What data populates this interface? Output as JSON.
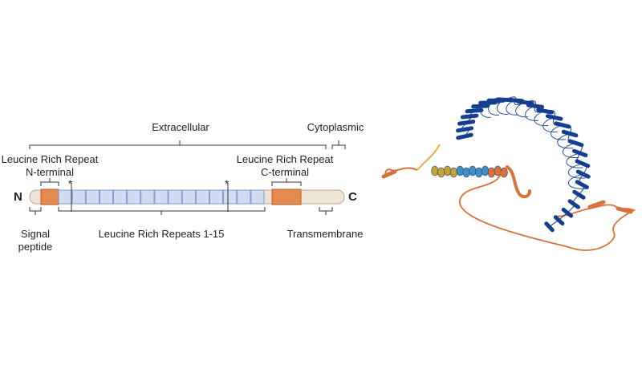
{
  "diagram": {
    "terminals": {
      "n": "N",
      "c": "C"
    },
    "labels": {
      "extracellular": "Extracellular",
      "cytoplasmic": "Cytoplasmic",
      "lrr_n_line1": "Leucine Rich Repeat",
      "lrr_n_line2": "N-terminal",
      "lrr_c_line1": "Leucine Rich Repeat",
      "lrr_c_line2": "C-terminal",
      "lrr_repeats": "Leucine Rich Repeats 1-15",
      "signal_line1": "Signal",
      "signal_line2": "peptide",
      "transmembrane": "Transmembrane",
      "asterisk": "*"
    },
    "repeat_count": 15,
    "colors": {
      "backbone": "#efe4d4",
      "backbone_stroke": "#b8a993",
      "domain": "#e58a4e",
      "domain_stroke": "#b35f2a",
      "repeat_fill": "#cfdcf2",
      "repeat_stroke": "#6f8fc6",
      "bracket": "#333333",
      "structure_blue": "#143f8f",
      "structure_orange": "#d9713a",
      "structure_mid": "#3f8fc2"
    }
  }
}
